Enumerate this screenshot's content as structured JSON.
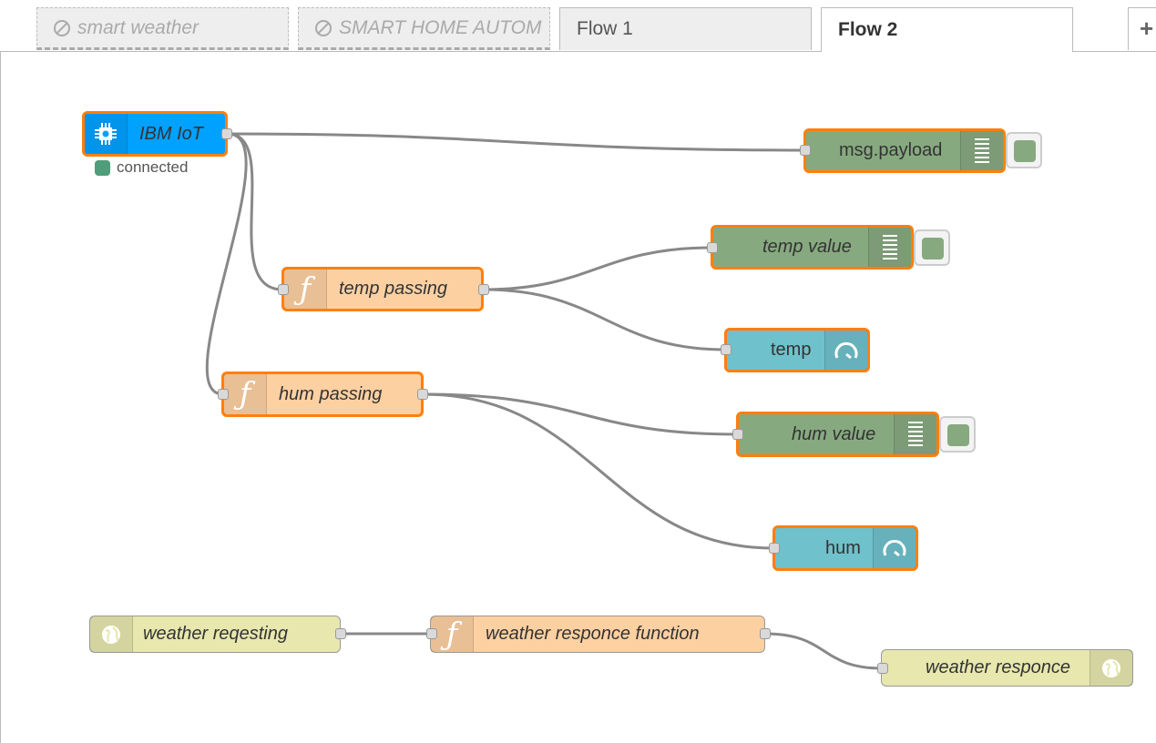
{
  "tabs": [
    {
      "label": "smart weather",
      "disabled": true
    },
    {
      "label": "SMART HOME AUTOM",
      "disabled": true
    },
    {
      "label": "Flow 1",
      "disabled": false
    },
    {
      "label": "Flow 2",
      "disabled": false,
      "active": true
    }
  ],
  "add_tab_label": "+",
  "nodes": {
    "ibm_iot": {
      "label": "IBM IoT",
      "status": "connected",
      "color": "#00a1ff"
    },
    "msg_payload": {
      "label": "msg.payload",
      "color": "#87a980"
    },
    "temp_passing": {
      "label": "temp passing",
      "color": "#fdd0a2"
    },
    "temp_value": {
      "label": "temp value",
      "color": "#87a980"
    },
    "temp": {
      "label": "temp",
      "color": "#6fc1cb"
    },
    "hum_passing": {
      "label": "hum passing",
      "color": "#fdd0a2"
    },
    "hum_value": {
      "label": "hum value",
      "color": "#87a980"
    },
    "hum": {
      "label": "hum",
      "color": "#6fc1cb"
    },
    "weather_reqesting": {
      "label": "weather reqesting",
      "color": "#e7e7ae"
    },
    "weather_responce_function": {
      "label": "weather responce function",
      "color": "#fdd0a2"
    },
    "weather_responce": {
      "label": "weather responce",
      "color": "#e7e7ae"
    }
  },
  "colors": {
    "selected_border": "#ff7f0e",
    "wire": "#888888"
  }
}
